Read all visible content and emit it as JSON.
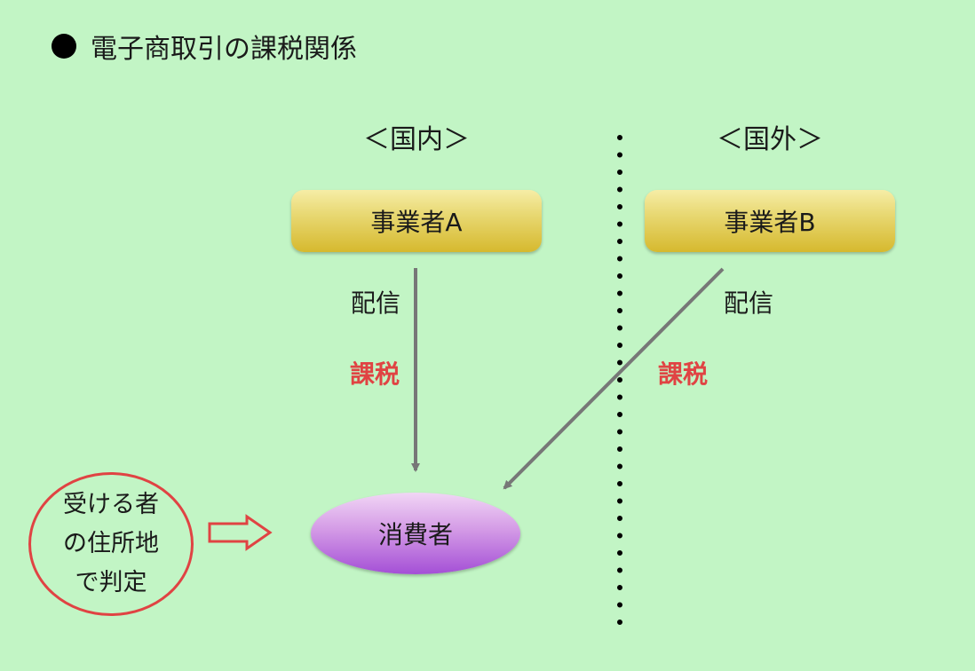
{
  "title": "電子商取引の課税関係",
  "regions": {
    "domestic": "＜国内＞",
    "foreign": "＜国外＞"
  },
  "businesses": {
    "a": "事業者A",
    "b": "事業者B"
  },
  "labels": {
    "delivery_a": "配信",
    "tax_a": "課税",
    "delivery_b": "配信",
    "tax_b": "課税"
  },
  "consumer": "消費者",
  "criterion": {
    "line1": "受ける者",
    "line2": "の住所地",
    "line3": "で判定"
  },
  "colors": {
    "background": "#c2f5c5",
    "tax_red": "#e04343",
    "arrow_gray": "#777777"
  }
}
